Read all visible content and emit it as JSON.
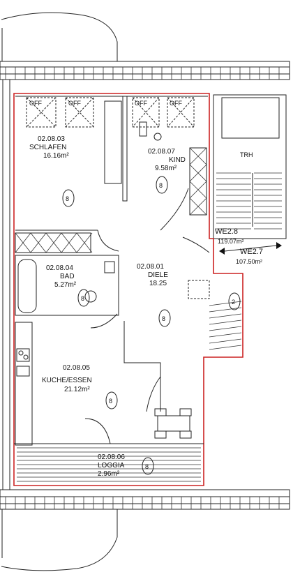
{
  "rooms": {
    "schlafen": {
      "id": "02.08.03",
      "name": "SCHLAFEN",
      "area": "16.16m²"
    },
    "kind": {
      "id": "02.08.07",
      "name": "KIND",
      "area": "9.58m²"
    },
    "bad": {
      "id": "02.08.04",
      "name": "BAD",
      "area": "5.27m²"
    },
    "diele": {
      "id": "02.08.01",
      "name": "DIELE",
      "area": "18.25"
    },
    "kueche": {
      "id": "02.08.05",
      "name": "KUCHE/ESSEN",
      "area": "21.12m²"
    },
    "loggia": {
      "id": "02.08.06",
      "name": "LOGGIA",
      "area": "2.96m²"
    }
  },
  "units": {
    "we28": {
      "name": "WE2.8",
      "area": "119.07m²"
    },
    "we27": {
      "name": "WE2.7",
      "area": "107.50m²"
    }
  },
  "stair_label": "TRH",
  "window_labels": [
    "OFF",
    "OFF",
    "OFF",
    "OFF"
  ],
  "door_markers": [
    "8",
    "8",
    "8",
    "8",
    "8",
    "2"
  ],
  "colors": {
    "unit_outline": "#cc2222",
    "lines": "#111111"
  }
}
